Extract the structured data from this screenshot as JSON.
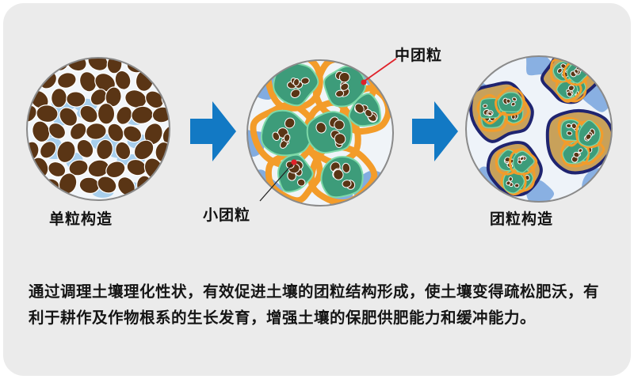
{
  "labels": {
    "single": "单粒构造",
    "small": "小团粒",
    "medium": "中团粒",
    "aggregate": "团粒构造"
  },
  "caption": "通过调理土壤理化性状，有效促进土壤的团粒结构形成，使土壤变得疏松肥沃，有利于耕作及作物根系的生长发育，增强土壤的保肥供肥能力和缓冲能力。",
  "icons": [
    "arrow-right-icon",
    "arrow-right-icon"
  ],
  "colors": {
    "background": "#ebebeb",
    "soil_particle": "#5a3515",
    "water_light": "#9fcaea",
    "water_blue": "#6f9fdc",
    "small_aggregate_fill": "#3d9c7a",
    "small_aggregate_stroke": "#7ed9a8",
    "medium_aggregate_band": "#f39c2a",
    "large_aggregate_stroke": "#1f2470",
    "arrow": "#1279c4",
    "pointer": "#e0222a"
  }
}
